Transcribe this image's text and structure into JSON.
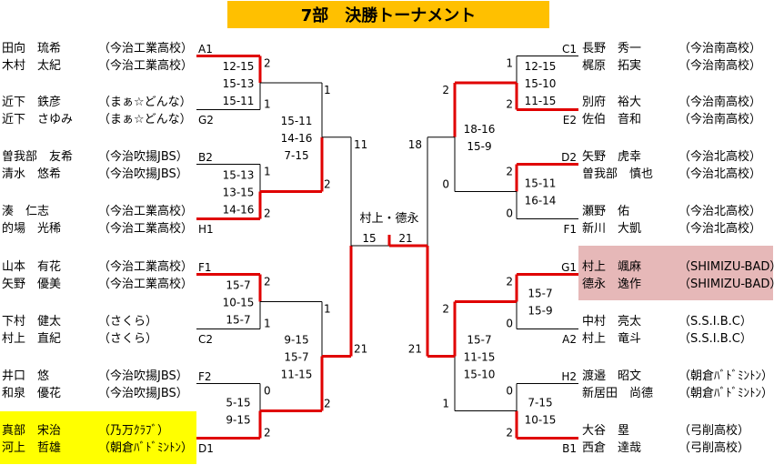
{
  "title": "7部　決勝トーナメント",
  "left_players": [
    {
      "line1": "田向　琉希",
      "club1": "（今治工業高校）",
      "line2": "木村　太紀",
      "club2": "（今治工業高校）",
      "seed": "A1"
    },
    {
      "line1": "近下　鉄彦",
      "club1": "（まぁ☆どんな）",
      "line2": "近下　さゆみ",
      "club2": "（まぁ☆どんな）",
      "seed": "G2"
    },
    {
      "line1": "曽我部　友希",
      "club1": "（今治吹揚JBS）",
      "line2": "清水　悠希",
      "club2": "（今治吹揚JBS）",
      "seed": "B2"
    },
    {
      "line1": "湊　仁志",
      "club1": "（今治工業高校）",
      "line2": "的場　光稀",
      "club2": "（今治工業高校）",
      "seed": "H1"
    },
    {
      "line1": "山本　有花",
      "club1": "（今治工業高校）",
      "line2": "矢野　優美",
      "club2": "（今治工業高校）",
      "seed": "F1"
    },
    {
      "line1": "下村　健太",
      "club1": "（さくら）",
      "line2": "村上　直紀",
      "club2": "（さくら）",
      "seed": "C2"
    },
    {
      "line1": "井口　悠",
      "club1": "（今治吹揚JBS）",
      "line2": "和泉　優花",
      "club2": "（今治吹揚JBS）",
      "seed": "F2"
    },
    {
      "line1": "真部　宋治",
      "club1": "（乃万ｸﾗﾌﾞ）",
      "line2": "河上　哲雄",
      "club2": "（朝倉ﾊﾞﾄﾞﾐﾝﾄﾝ）",
      "seed": "D1"
    }
  ],
  "right_players": [
    {
      "line1": "長野　秀一",
      "club1": "（今治南高校）",
      "line2": "梶原　拓実",
      "club2": "（今治南高校）",
      "seed": "C1"
    },
    {
      "line1": "別府　裕大",
      "club1": "（今治南高校）",
      "line2": "佐伯　音和",
      "club2": "（今治南高校）",
      "seed": "E2"
    },
    {
      "line1": "矢野　虎幸",
      "club1": "（今治北高校）",
      "line2": "曽我部　慎也",
      "club2": "（今治北高校）",
      "seed": "D2"
    },
    {
      "line1": "瀬野　佑",
      "club1": "（今治北高校）",
      "line2": "新川　大凱",
      "club2": "（今治北高校）",
      "seed": "F1"
    },
    {
      "line1": "村上　颯麻",
      "club1": "（SHIMIZU-BAD）",
      "line2": "德永　逸作",
      "club2": "（SHIMIZU-BAD）",
      "seed": "G1"
    },
    {
      "line1": "中村　亮太",
      "club1": "（S.S.I.B.C）",
      "line2": "村上　竜斗",
      "club2": "（S.S.I.B.C）",
      "seed": "A2"
    },
    {
      "line1": "渡邉　昭文",
      "club1": "（朝倉ﾊﾞﾄﾞﾐﾝﾄﾝ）",
      "line2": "新居田　尚德",
      "club2": "（朝倉ﾊﾞﾄﾞﾐﾝﾄﾝ）",
      "seed": "H2"
    },
    {
      "line1": "大谷　塁",
      "club1": "（弓削高校）",
      "line2": "西倉　達哉",
      "club2": "（弓削高校）",
      "seed": "B1"
    }
  ],
  "left_r1": [
    {
      "scores": [
        "12-15",
        "15-13",
        "15-11"
      ],
      "top": "2",
      "bottom": "1"
    },
    {
      "scores": [
        "15-13",
        "13-15",
        "14-16"
      ],
      "top": "1",
      "bottom": "2"
    },
    {
      "scores": [
        "15-7",
        "10-15",
        "15-7"
      ],
      "top": "2",
      "bottom": "1"
    },
    {
      "scores": [
        "5-15",
        "9-15"
      ],
      "top": "0",
      "bottom": "2"
    }
  ],
  "right_r1": [
    {
      "scores": [
        "12-15",
        "15-10",
        "11-15"
      ],
      "top": "1",
      "bottom": "2"
    },
    {
      "scores": [
        "15-11",
        "16-14"
      ],
      "top": "2",
      "bottom": "0"
    },
    {
      "scores": [
        "15-7",
        "15-9"
      ],
      "top": "2",
      "bottom": "0"
    },
    {
      "scores": [
        "7-15",
        "10-15"
      ],
      "top": "0",
      "bottom": "2"
    }
  ],
  "left_r2": [
    {
      "scores": [
        "15-11",
        "14-16",
        "7-15"
      ],
      "top": "1",
      "bottom": "2"
    },
    {
      "scores": [
        "9-15",
        "15-7",
        "11-15"
      ],
      "top": "1",
      "bottom": "2"
    }
  ],
  "right_r2": [
    {
      "scores": [
        "18-16",
        "15-9"
      ],
      "top": "2",
      "bottom": "0"
    },
    {
      "scores": [
        "15-7",
        "11-15",
        "15-10"
      ],
      "top": "2",
      "bottom": "1"
    }
  ],
  "semis": {
    "left_top": "11",
    "left_bottom": "21",
    "right_top": "18",
    "right_bottom": "21"
  },
  "final": {
    "winner": "村上・德永",
    "left_score": "15",
    "right_score": "21"
  },
  "colors": {
    "win_line": "#e00000",
    "loss_line": "#000000",
    "title_bg": "#ffc000",
    "yellow": "#ffff00",
    "pink": "#e6b8b8"
  }
}
